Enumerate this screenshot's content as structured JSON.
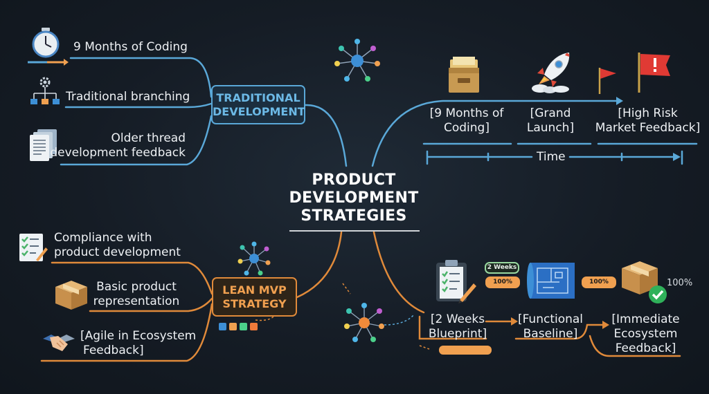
{
  "center": {
    "line1": "PRODUCT",
    "line2": "DEVELOPMENT",
    "line3": "STRATEGIES"
  },
  "traditional": {
    "box_line1": "TRADITIONAL",
    "box_line2": "DEVELOPMENT",
    "items": [
      {
        "lines": [
          "9 Months of Coding"
        ],
        "icon": "stopwatch-icon"
      },
      {
        "lines": [
          "Traditional branching"
        ],
        "icon": "branching-icon"
      },
      {
        "lines": [
          "Older thread",
          "development feedback"
        ],
        "icon": "document-icon"
      }
    ],
    "timeline": {
      "steps": [
        {
          "lines": [
            "[9 Months of",
            "Coding]"
          ],
          "icon": "file-drawer-icon"
        },
        {
          "lines": [
            "[Grand",
            "Launch]"
          ],
          "icon": "rocket-icon"
        },
        {
          "lines": [
            "[High Risk",
            "Market Feedback]"
          ],
          "icon": "red-flag-icon"
        }
      ],
      "axis_label": "Time"
    }
  },
  "lean": {
    "box_line1": "LEAN MVP",
    "box_line2": "STRATEGY",
    "items": [
      {
        "lines": [
          "Compliance with",
          "product development"
        ],
        "icon": "checklist-icon"
      },
      {
        "lines": [
          "Basic product",
          "representation"
        ],
        "icon": "box-icon"
      },
      {
        "lines": [
          "[Agile in Ecosystem",
          "Feedback]"
        ],
        "icon": "handshake-icon"
      }
    ],
    "timeline": {
      "steps": [
        {
          "lines": [
            "[2 Weeks",
            "Blueprint]"
          ],
          "icon": "clipboard-icon"
        },
        {
          "lines": [
            "[Functional",
            "Baseline]"
          ],
          "icon": "blueprint-icon"
        },
        {
          "lines": [
            "[Immediate",
            "Ecosystem",
            "Feedback]"
          ],
          "icon": "checked-box-icon"
        }
      ],
      "badge_weeks": "2 Weeks",
      "progress_1": "100%",
      "progress_2": "100%",
      "progress_3": "100%"
    }
  },
  "colors": {
    "traditional": "#5aa8d8",
    "lean": "#e08a3a",
    "background": "#151c25"
  }
}
